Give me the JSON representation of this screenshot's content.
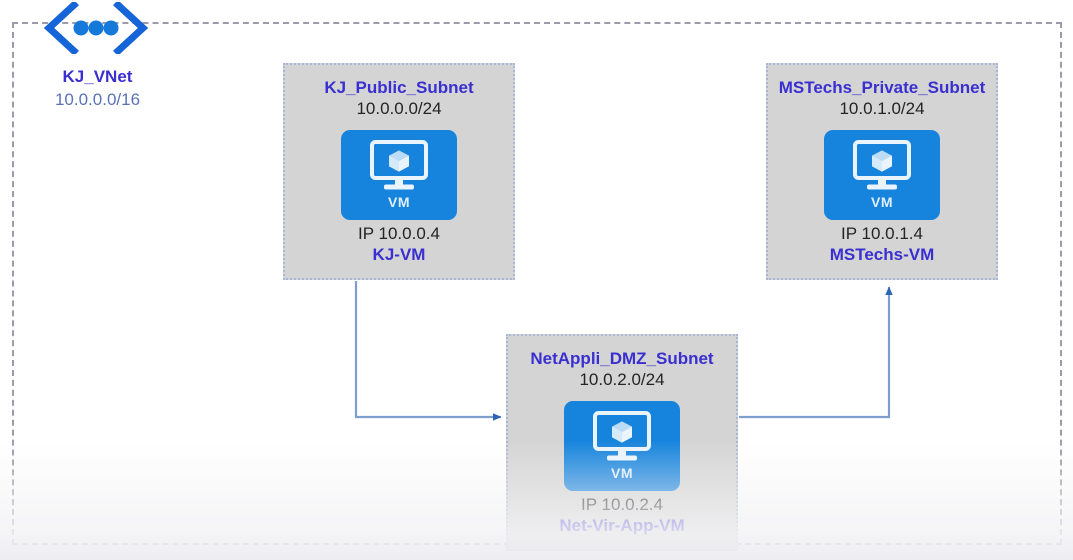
{
  "diagram": {
    "title_icon": "vnet-icon",
    "vnet": {
      "name": "KJ_VNet",
      "cidr": "10.0.0.0/16"
    },
    "colors": {
      "vnet_name": "#3a2fd0",
      "vnet_cidr": "#5b72b8",
      "subnet_fill": "#d4d4d4",
      "subnet_border": "#a9b6d6",
      "vm_tile": "#1683dc",
      "connector": "#6f92c9",
      "vnet_boundary": "#9b9bab"
    },
    "subnets": [
      {
        "id": "public",
        "name": "KJ_Public_Subnet",
        "cidr": "10.0.0.0/24",
        "vm": {
          "icon_caption": "VM",
          "ip": "IP 10.0.0.4",
          "name": "KJ-VM"
        }
      },
      {
        "id": "private",
        "name": "MSTechs_Private_Subnet",
        "cidr": "10.0.1.0/24",
        "vm": {
          "icon_caption": "VM",
          "ip": "IP 10.0.1.4",
          "name": "MSTechs-VM"
        }
      },
      {
        "id": "dmz",
        "name": "NetAppli_DMZ_Subnet",
        "cidr": "10.0.2.0/24",
        "vm": {
          "icon_caption": "VM",
          "ip": "IP 10.0.2.4",
          "name": "Net-Vir-App-VM"
        }
      }
    ],
    "connections": [
      {
        "id": "public-to-dmz",
        "from": "KJ_Public_Subnet",
        "to": "NetAppli_DMZ_Subnet",
        "direction": "right"
      },
      {
        "id": "dmz-to-private",
        "from": "NetAppli_DMZ_Subnet",
        "to": "MSTechs_Private_Subnet",
        "direction": "up"
      }
    ]
  }
}
